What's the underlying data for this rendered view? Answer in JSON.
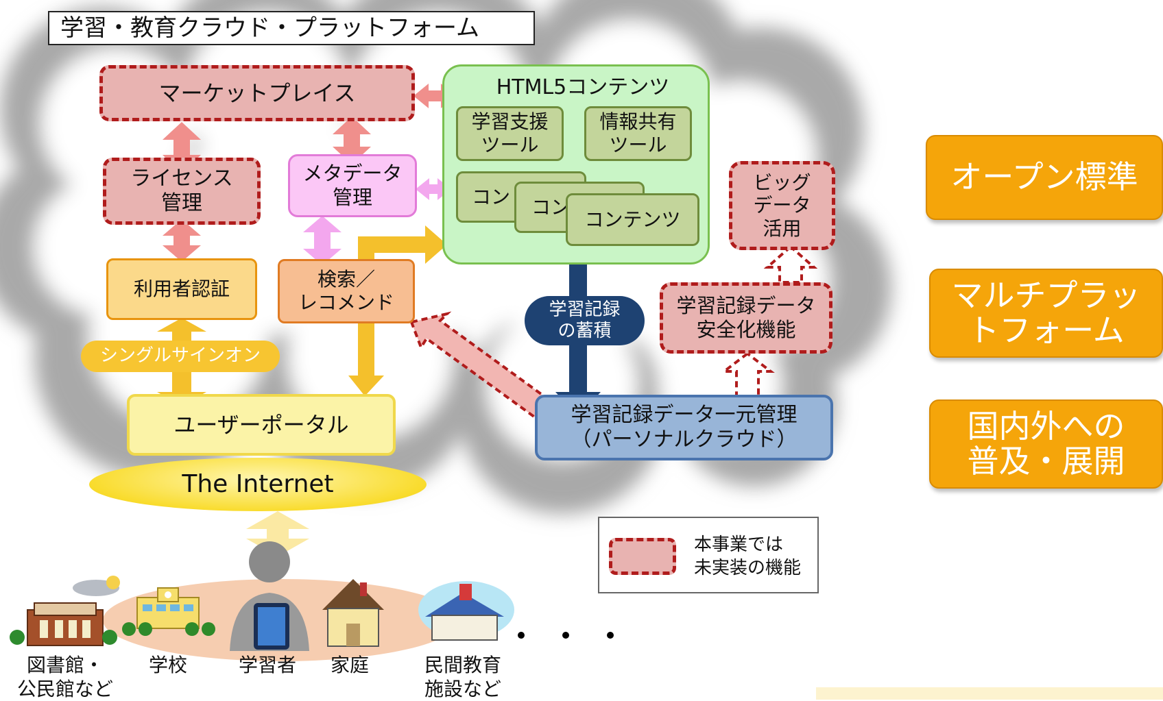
{
  "title": "学習・教育クラウド・プラットフォーム",
  "boxes": {
    "marketplace": "マーケットプレイス",
    "license_line1": "ライセンス",
    "license_line2": "管理",
    "metadata_line1": "メタデータ",
    "metadata_line2": "管理",
    "auth": "利用者認証",
    "search_line1": "検索／",
    "search_line2": "レコメンド",
    "sso": "シングルサインオン",
    "portal": "ユーザーポータル",
    "internet": "The Internet",
    "html5_title": "HTML5コンテンツ",
    "tool1_line1": "学習支援",
    "tool1_line2": "ツール",
    "tool2_line1": "情報共有",
    "tool2_line2": "ツール",
    "content_short": "コン",
    "content": "コンテンツ",
    "bigdata_line1": "ビッグ",
    "bigdata_line2": "データ",
    "bigdata_line3": "活用",
    "secure_line1": "学習記録データ",
    "secure_line2": "安全化機能",
    "accum_line1": "学習記録",
    "accum_line2": "の蓄積",
    "personal_line1": "学習記録データ一元管理",
    "personal_line2": "（パーソナルクラウド）"
  },
  "legend": {
    "line1": "本事業では",
    "line2": "未実装の機能"
  },
  "features": {
    "open_standard": "オープン標準",
    "multi_line1": "マルチプラッ",
    "multi_line2": "トフォーム",
    "spread_line1": "国内外への",
    "spread_line2": "普及・展開"
  },
  "places": {
    "library_line1": "図書館・",
    "library_line2": "公民館など",
    "school": "学校",
    "learner": "学習者",
    "home": "家庭",
    "private_line1": "民間教育",
    "private_line2": "施設など"
  },
  "colors": {
    "not_implemented_border": "#b01c1c",
    "not_implemented_fill": "#e8b3b1",
    "feature_orange": "#f5a50a",
    "record_navy": "#1e4272"
  }
}
